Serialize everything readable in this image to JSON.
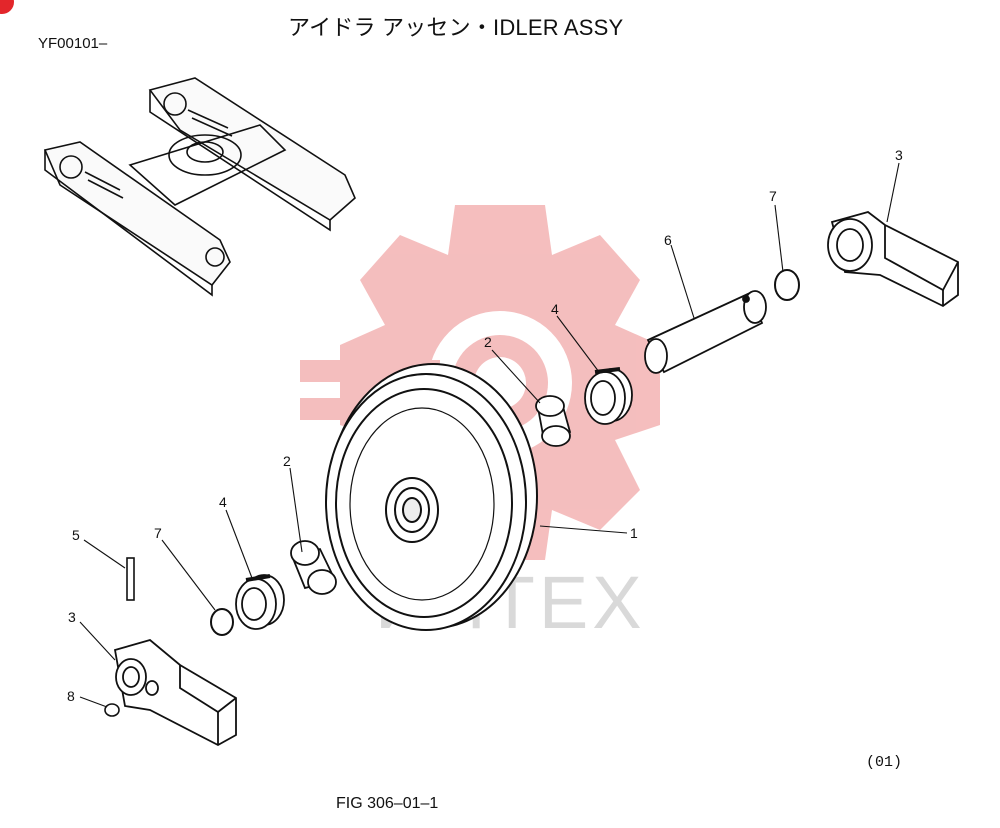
{
  "header": {
    "title": "アイドラ アッセン・IDLER ASSY",
    "serial": "YF00101–"
  },
  "footer": {
    "page_code": "(01)",
    "figure": "FIG 306–01–1"
  },
  "watermark": {
    "text": "ИНТЕХ",
    "gear_color": "#f3b3b3",
    "text_color": "#d9d9d9",
    "badge_color": "#e3262b"
  },
  "callouts": {
    "idler": "1",
    "bushing_upper": "2",
    "bushing_lower": "2",
    "bracket_right": "3",
    "bracket_left": "3",
    "seal_upper": "4",
    "seal_lower": "4",
    "pin_small": "5",
    "shaft": "6",
    "ring_right": "7",
    "ring_left": "7",
    "plug": "8"
  }
}
